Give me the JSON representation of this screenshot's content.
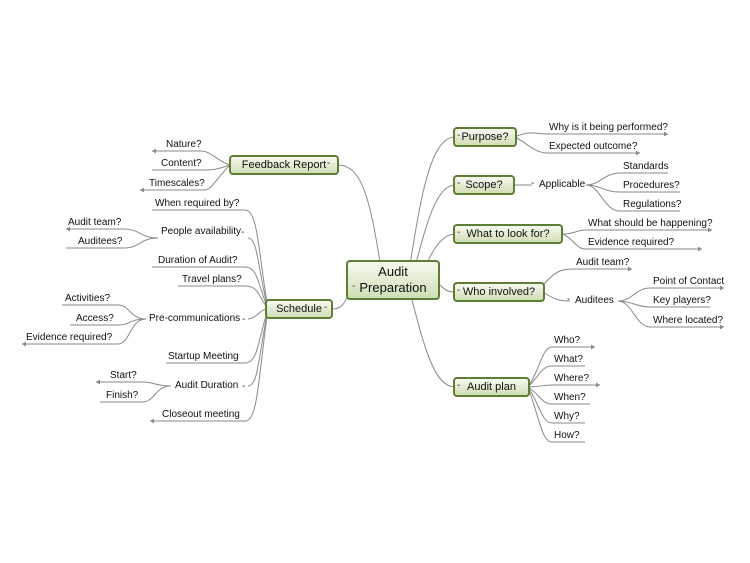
{
  "map": {
    "central": {
      "line1": "Audit",
      "line2": "Preparation"
    },
    "right": {
      "purpose": {
        "label": "Purpose?",
        "children": [
          "Why is it being performed?",
          "Expected outcome?"
        ]
      },
      "scope": {
        "label": "Scope?",
        "applicable": "Applicable",
        "children": [
          "Standards",
          "Procedures?",
          "Regulations?"
        ]
      },
      "what_to_look_for": {
        "label": "What to look for?",
        "children": [
          "What should be happening?",
          "Evidence required?"
        ]
      },
      "who_involved": {
        "label": "Who involved?",
        "audit_team": "Audit team?",
        "auditees": "Auditees",
        "children": [
          "Point of Contact",
          "Key players?",
          "Where located?"
        ]
      },
      "audit_plan": {
        "label": "Audit plan",
        "children": [
          "Who?",
          "What?",
          "Where?",
          "When?",
          "Why?",
          "How?"
        ]
      }
    },
    "left": {
      "feedback_report": {
        "label": "Feedback Report",
        "children": [
          "Nature?",
          "Content?",
          "Timescales?"
        ]
      },
      "schedule": {
        "label": "Schedule",
        "when_required": "When required by?",
        "people_availability": {
          "label": "People availability",
          "children": [
            "Audit team?",
            "Auditees?"
          ]
        },
        "duration_of_audit": "Duration of Audit?",
        "travel_plans": "Travel plans?",
        "pre_communications": {
          "label": "Pre-communications",
          "children": [
            "Activities?",
            "Access?",
            "Evidence required?"
          ]
        },
        "startup_meeting": "Startup Meeting",
        "audit_duration": {
          "label": "Audit Duration",
          "children": [
            "Start?",
            "Finish?"
          ]
        },
        "closeout_meeting": "Closeout meeting"
      }
    }
  },
  "colors": {
    "node_border": "#5e7d35",
    "line": "#8a8a8a"
  }
}
